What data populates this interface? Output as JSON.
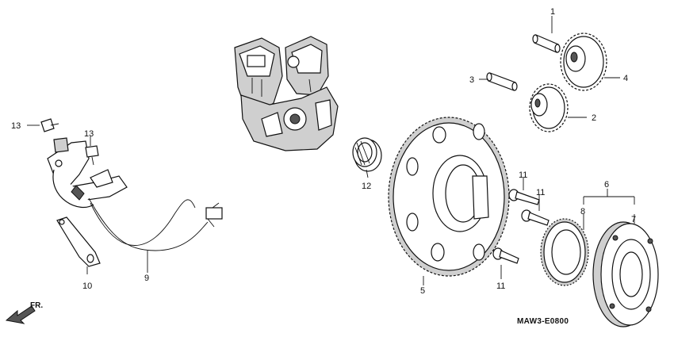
{
  "diagram": {
    "callouts": [
      {
        "id": "c1",
        "label": "1"
      },
      {
        "id": "c2",
        "label": "2"
      },
      {
        "id": "c3",
        "label": "3"
      },
      {
        "id": "c4",
        "label": "4"
      },
      {
        "id": "c5",
        "label": "5"
      },
      {
        "id": "c6",
        "label": "6"
      },
      {
        "id": "c7",
        "label": "7"
      },
      {
        "id": "c8",
        "label": "8"
      },
      {
        "id": "c9",
        "label": "9"
      },
      {
        "id": "c10",
        "label": "10"
      },
      {
        "id": "c11a",
        "label": "11"
      },
      {
        "id": "c11b",
        "label": "11"
      },
      {
        "id": "c11c",
        "label": "11"
      },
      {
        "id": "c12",
        "label": "12"
      },
      {
        "id": "c13a",
        "label": "13"
      },
      {
        "id": "c13b",
        "label": "13"
      }
    ],
    "diagram_code": "MAW3-E0800",
    "front_indicator": "FR."
  }
}
